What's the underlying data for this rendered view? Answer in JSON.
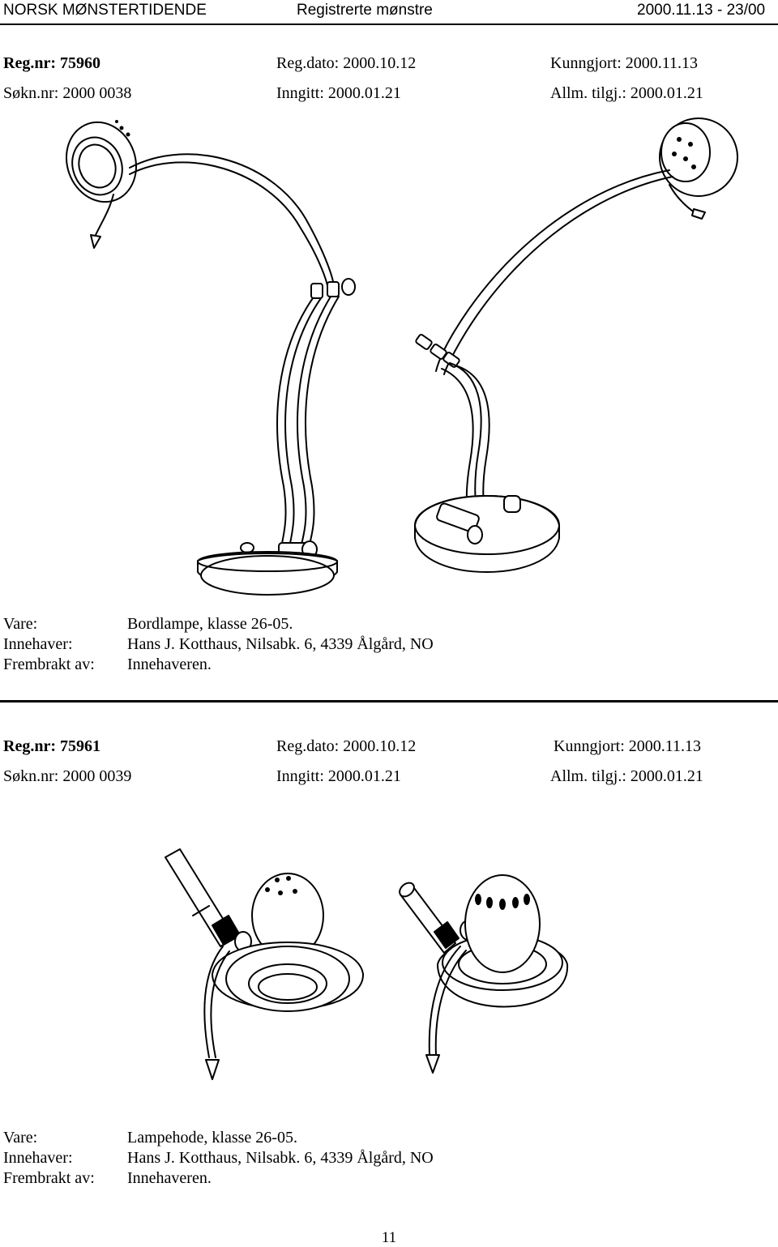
{
  "header": {
    "publication": "NORSK MØNSTERTIDENDE",
    "section": "Registrerte mønstre",
    "issue": "2000.11.13 - 23/00"
  },
  "entries": [
    {
      "regnr_label": "Reg.nr: 75960",
      "regdato": "Reg.dato: 2000.10.12",
      "kunngjort": "Kunngjort: 2000.11.13",
      "soknr": "Søkn.nr: 2000 0038",
      "inngitt": "Inngitt: 2000.01.21",
      "allm": "Allm. tilgj.: 2000.01.21",
      "vare_label": "Vare:",
      "vare": "Bordlampe, klasse 26-05.",
      "innehaver_label": "Innehaver:",
      "innehaver": "Hans J. Kotthaus, Nilsabk. 6, 4339 Ålgård, NO",
      "frembrakt_label": "Frembrakt av:",
      "frembrakt": "Innehaveren."
    },
    {
      "regnr_label": "Reg.nr: 75961",
      "regdato": "Reg.dato: 2000.10.12",
      "kunngjort": "Kunngjort: 2000.11.13",
      "soknr": "Søkn.nr: 2000 0039",
      "inngitt": "Inngitt: 2000.01.21",
      "allm": "Allm. tilgj.: 2000.01.21",
      "vare_label": "Vare:",
      "vare": "Lampehode, klasse 26-05.",
      "innehaver_label": "Innehaver:",
      "innehaver": "Hans J. Kotthaus, Nilsabk. 6, 4339 Ålgård, NO",
      "frembrakt_label": "Frembrakt av:",
      "frembrakt": "Innehaveren."
    }
  ],
  "page_number": "11"
}
